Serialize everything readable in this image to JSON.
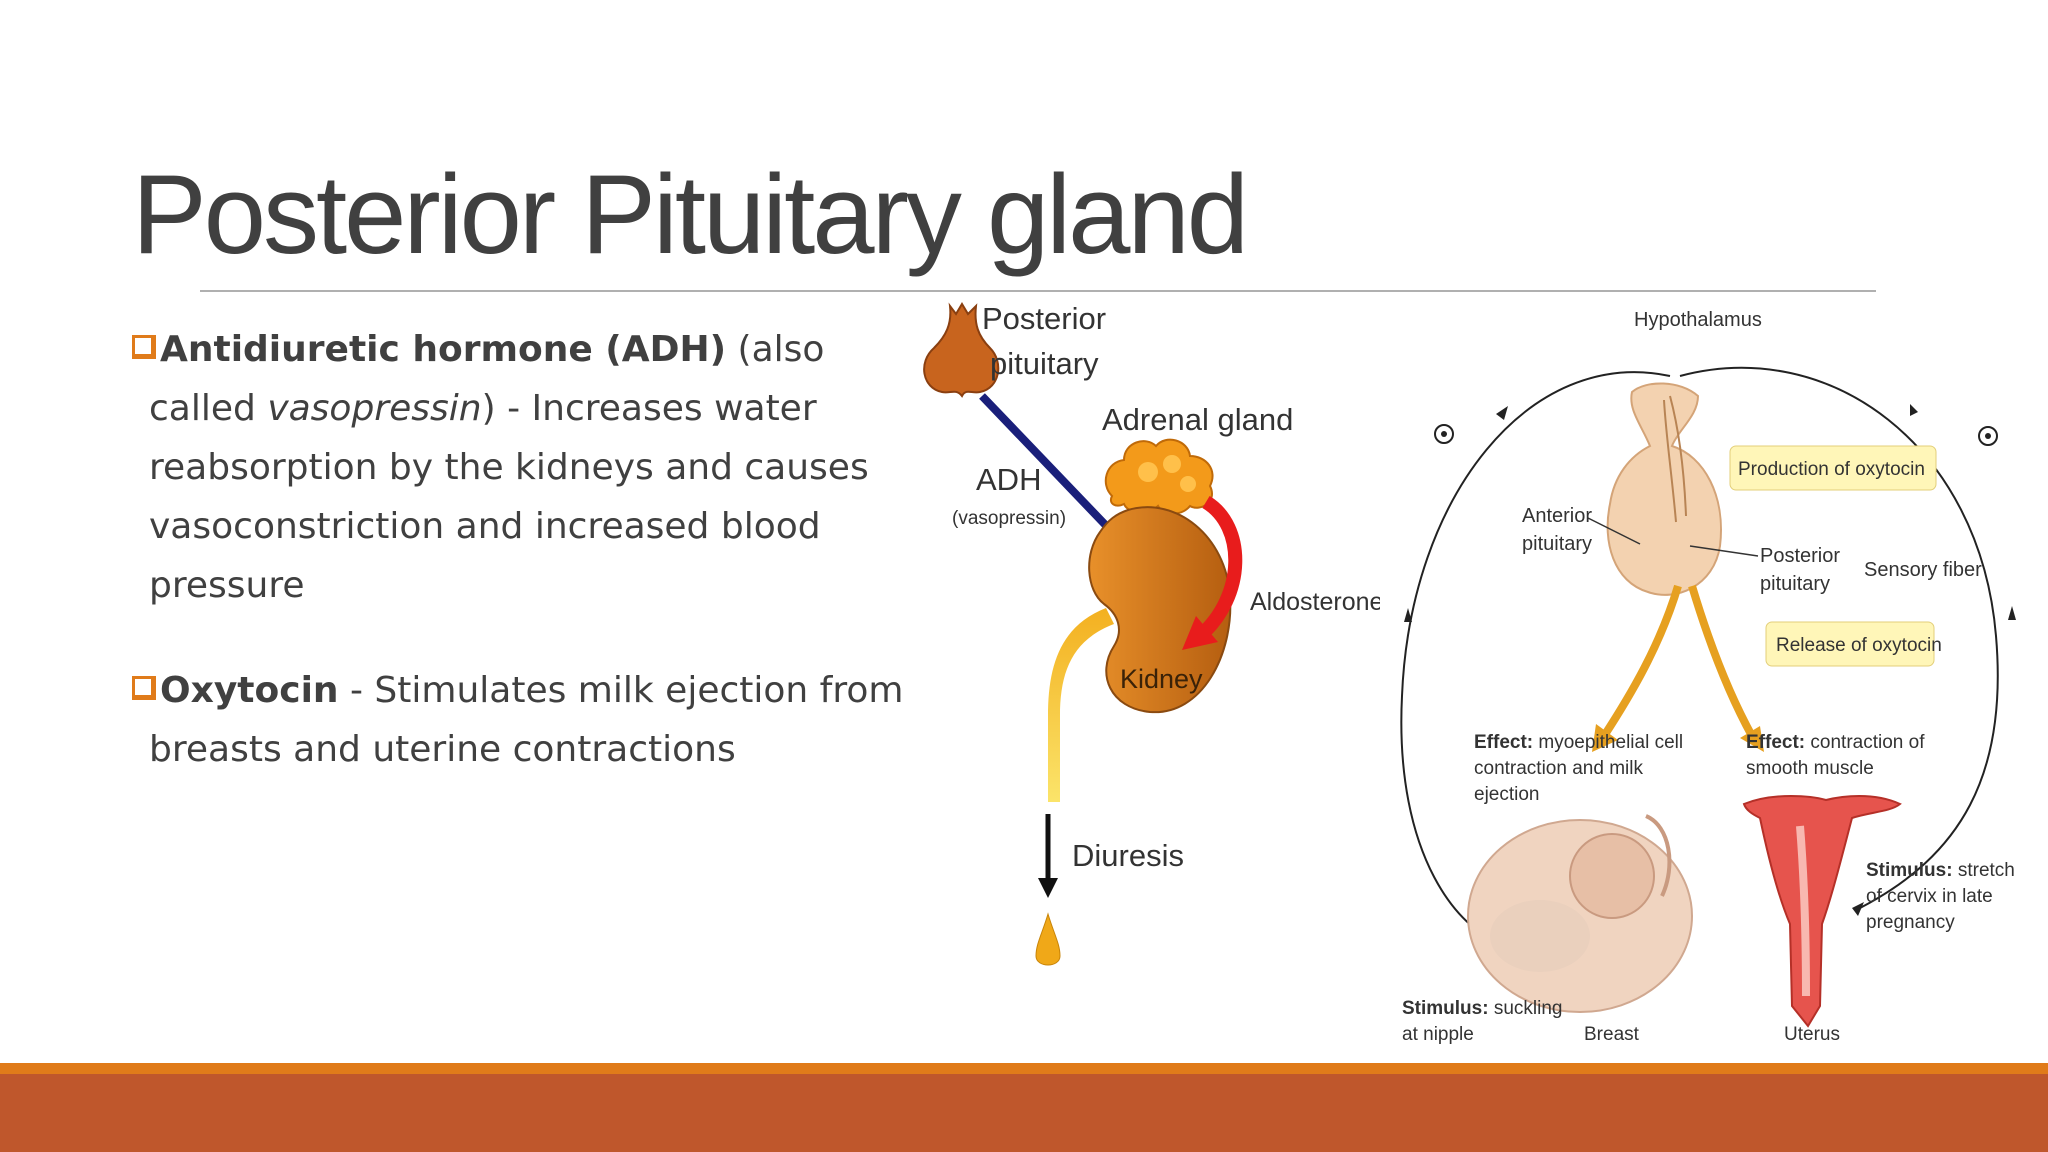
{
  "slide": {
    "title": "Posterior Pituitary gland"
  },
  "bullets": [
    {
      "term": "Antidiuretic hormone (ADH)",
      "text_1": " (also called ",
      "italic": "vasopressin",
      "text_2": ") - Increases water reabsorption by the kidneys and causes vasoconstriction and increased blood pressure"
    },
    {
      "term": "Oxytocin",
      "text_1": " - Stimulates milk ejection from breasts and uterine contractions"
    }
  ],
  "adh_diagram": {
    "posterior_label_1": "Posterior",
    "posterior_label_2": "pituitary",
    "adrenal_label": "Adrenal gland",
    "adh_label": "ADH",
    "vasopressin_label": "(vasopressin)",
    "aldosterone_label": "Aldosterone",
    "kidney_label": "Kidney",
    "diuresis_label": "Diuresis"
  },
  "oxytocin_diagram": {
    "hypothalamus": "Hypothalamus",
    "production": "Production of oxytocin",
    "anterior_1": "Anterior",
    "anterior_2": "pituitary",
    "posterior_1": "Posterior",
    "posterior_2": "pituitary",
    "sensory_fiber": "Sensory fiber",
    "release": "Release of oxytocin",
    "effect_left_bold": "Effect:",
    "effect_left_1": " myoepithelial cell",
    "effect_left_2": "contraction and milk",
    "effect_left_3": "ejection",
    "effect_right_bold": "Effect:",
    "effect_right_1": " contraction of",
    "effect_right_2": "smooth muscle",
    "stimulus_right_bold": "Stimulus:",
    "stimulus_right_1": " stretch",
    "stimulus_right_2": "of cervix in late",
    "stimulus_right_3": "pregnancy",
    "stimulus_left_bold": "Stimulus:",
    "stimulus_left_1": " suckling",
    "stimulus_left_2": "at nipple",
    "breast": "Breast",
    "uterus": "Uterus"
  },
  "colors": {
    "bullet_box": "#e07b1a",
    "footer_strip": "#e07b1a",
    "footer_bar": "#bf572c",
    "title_text": "#404040"
  }
}
